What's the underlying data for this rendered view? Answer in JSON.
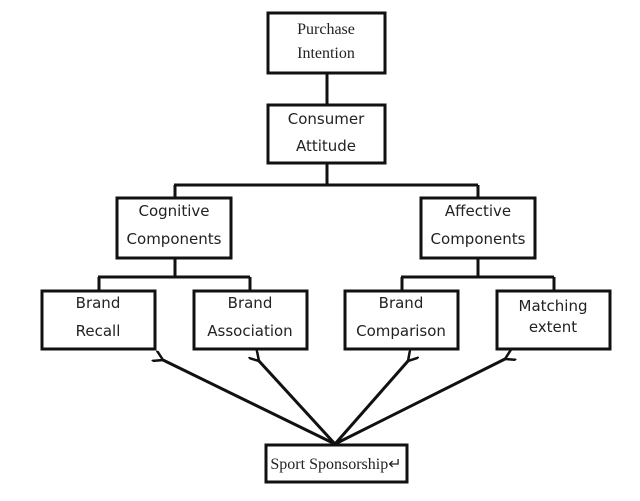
{
  "diagram": {
    "nodes": {
      "purchase_intention": {
        "lines": [
          "Purchase",
          "Intention"
        ]
      },
      "consumer_attitude": {
        "lines": [
          "Consumer",
          "Attitude"
        ]
      },
      "cognitive_components": {
        "lines": [
          "Cognitive",
          "Components"
        ]
      },
      "affective_components": {
        "lines": [
          "Affective",
          "Components"
        ]
      },
      "brand_recall": {
        "lines": [
          "Brand",
          "Recall"
        ]
      },
      "brand_association": {
        "lines": [
          "Brand",
          "Association"
        ]
      },
      "brand_comparison": {
        "lines": [
          "Brand",
          "Comparison"
        ]
      },
      "matching_extent": {
        "lines": [
          "Matching",
          "extent"
        ]
      },
      "sport_sponsorship": {
        "lines": [
          "Sport Sponsorship↵"
        ]
      }
    },
    "edges": [
      {
        "from": "consumer_attitude",
        "to": "purchase_intention",
        "type": "line"
      },
      {
        "from": "cognitive_components",
        "to": "consumer_attitude",
        "type": "line"
      },
      {
        "from": "affective_components",
        "to": "consumer_attitude",
        "type": "line"
      },
      {
        "from": "brand_recall",
        "to": "cognitive_components",
        "type": "line"
      },
      {
        "from": "brand_association",
        "to": "cognitive_components",
        "type": "line"
      },
      {
        "from": "brand_comparison",
        "to": "affective_components",
        "type": "line"
      },
      {
        "from": "matching_extent",
        "to": "affective_components",
        "type": "line"
      },
      {
        "from": "sport_sponsorship",
        "to": "brand_recall",
        "type": "arrow"
      },
      {
        "from": "sport_sponsorship",
        "to": "brand_association",
        "type": "arrow"
      },
      {
        "from": "sport_sponsorship",
        "to": "brand_comparison",
        "type": "arrow"
      },
      {
        "from": "sport_sponsorship",
        "to": "matching_extent",
        "type": "arrow"
      }
    ]
  }
}
